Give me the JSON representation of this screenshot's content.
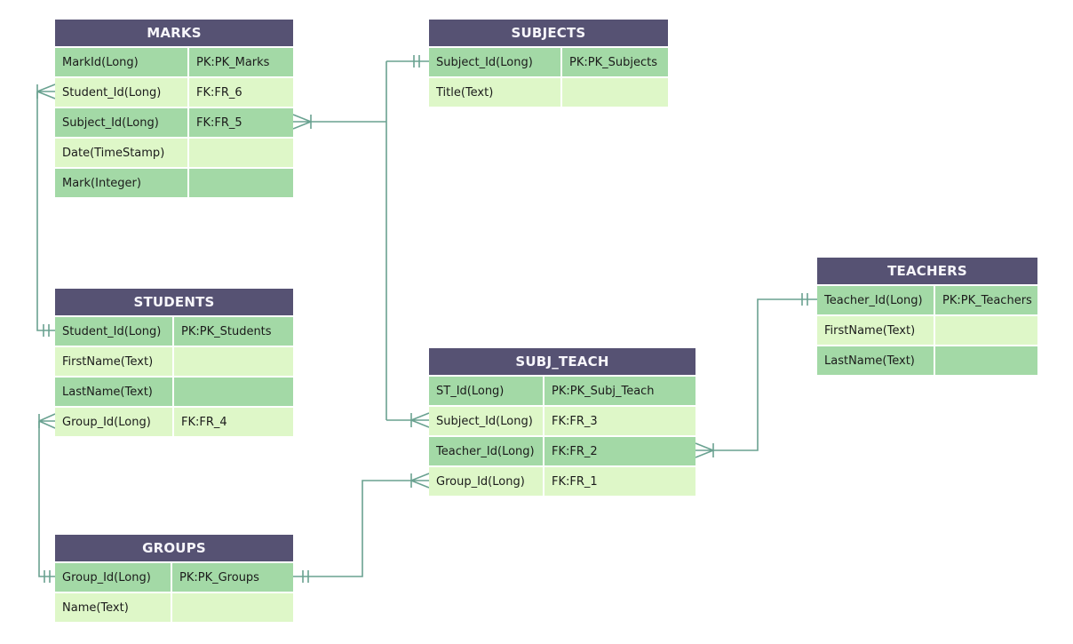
{
  "colors": {
    "header_bg": "#565273",
    "header_text": "#f7f6fb",
    "row_dark_green": "#a3d9a6",
    "row_light_green": "#def7c8",
    "connector_line": "#6aa291",
    "row_text": "#1b1b1b",
    "canvas_bg": "#ffffff"
  },
  "entities": {
    "marks": {
      "title": "MARKS",
      "rows": [
        {
          "field": "MarkId(Long)",
          "key": "PK:PK_Marks"
        },
        {
          "field": "Student_Id(Long)",
          "key": "FK:FR_6"
        },
        {
          "field": "Subject_Id(Long)",
          "key": "FK:FR_5"
        },
        {
          "field": "Date(TimeStamp)",
          "key": ""
        },
        {
          "field": "Mark(Integer)",
          "key": ""
        }
      ]
    },
    "subjects": {
      "title": "SUBJECTS",
      "rows": [
        {
          "field": "Subject_Id(Long)",
          "key": "PK:PK_Subjects"
        },
        {
          "field": "Title(Text)",
          "key": ""
        }
      ]
    },
    "teachers": {
      "title": "TEACHERS",
      "rows": [
        {
          "field": "Teacher_Id(Long)",
          "key": "PK:PK_Teachers"
        },
        {
          "field": "FirstName(Text)",
          "key": ""
        },
        {
          "field": "LastName(Text)",
          "key": ""
        }
      ]
    },
    "students": {
      "title": "STUDENTS",
      "rows": [
        {
          "field": "Student_Id(Long)",
          "key": "PK:PK_Students"
        },
        {
          "field": "FirstName(Text)",
          "key": ""
        },
        {
          "field": "LastName(Text)",
          "key": ""
        },
        {
          "field": "Group_Id(Long)",
          "key": "FK:FR_4"
        }
      ]
    },
    "subj_teach": {
      "title": "SUBJ_TEACH",
      "rows": [
        {
          "field": "ST_Id(Long)",
          "key": "PK:PK_Subj_Teach"
        },
        {
          "field": "Subject_Id(Long)",
          "key": "FK:FR_3"
        },
        {
          "field": "Teacher_Id(Long)",
          "key": "FK:FR_2"
        },
        {
          "field": "Group_Id(Long)",
          "key": "FK:FR_1"
        }
      ]
    },
    "groups": {
      "title": "GROUPS",
      "rows": [
        {
          "field": "Group_Id(Long)",
          "key": "PK:PK_Groups"
        },
        {
          "field": "Name(Text)",
          "key": ""
        }
      ]
    }
  },
  "relationships": [
    {
      "one": "STUDENTS.Student_Id",
      "many": "MARKS.Student_Id",
      "via": "FK:FR_6"
    },
    {
      "one": "SUBJECTS.Subject_Id",
      "many": "MARKS.Subject_Id",
      "via": "FK:FR_5"
    },
    {
      "one": "SUBJECTS.Subject_Id",
      "many": "SUBJ_TEACH.Subject_Id",
      "via": "FK:FR_3"
    },
    {
      "one": "TEACHERS.Teacher_Id",
      "many": "SUBJ_TEACH.Teacher_Id",
      "via": "FK:FR_2"
    },
    {
      "one": "GROUPS.Group_Id",
      "many": "SUBJ_TEACH.Group_Id",
      "via": "FK:FR_1"
    },
    {
      "one": "GROUPS.Group_Id",
      "many": "STUDENTS.Group_Id",
      "via": "FK:FR_4"
    }
  ]
}
